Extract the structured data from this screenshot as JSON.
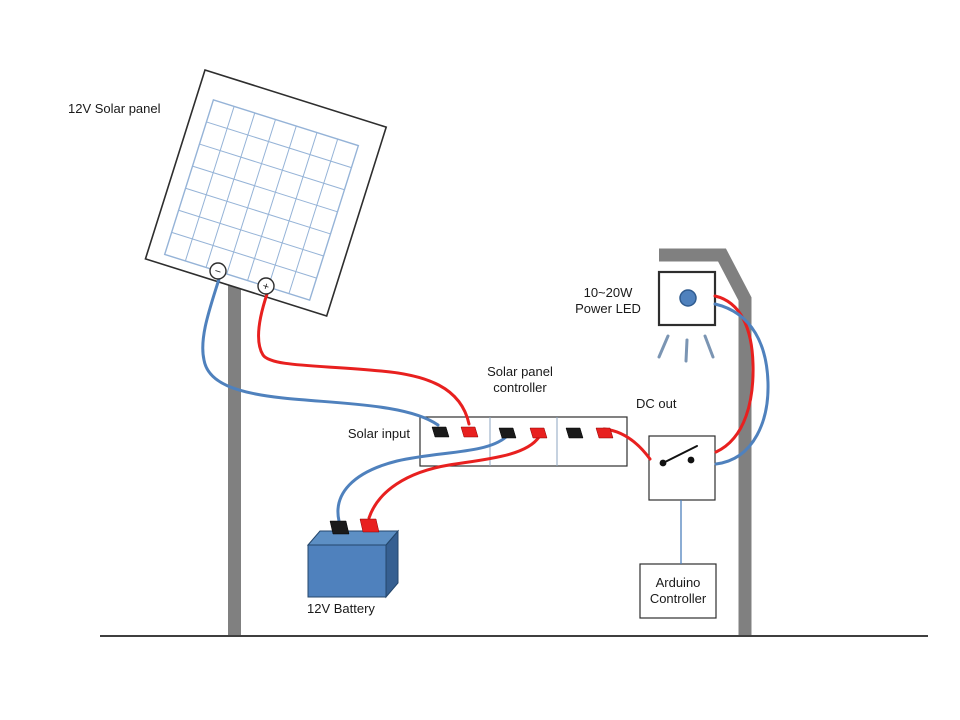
{
  "diagram": {
    "type": "solar-power-wiring-diagram",
    "labels": {
      "solar_panel": "12V Solar panel",
      "controller": [
        "Solar panel",
        "controller"
      ],
      "solar_input": "Solar input",
      "dc_out": "DC out",
      "power_led": [
        "10~20W",
        "Power LED"
      ],
      "arduino": [
        "Arduino",
        "Controller"
      ],
      "battery": "12V Battery",
      "terminal_minus": "−",
      "terminal_plus": "+"
    },
    "colors": {
      "wire_blue": "#4f81bd",
      "wire_red": "#e8201f",
      "panel_grid": "#95b3d7",
      "pole_gray": "#808080",
      "battery_fill": "#4f81bd",
      "battery_top": "#5d8fc4",
      "battery_side": "#365f91",
      "led_dot": "#4f81bd",
      "connector_black": "#1a1a1a",
      "link_line": "#4f81bd",
      "light_ray": "#7b95b3"
    }
  }
}
